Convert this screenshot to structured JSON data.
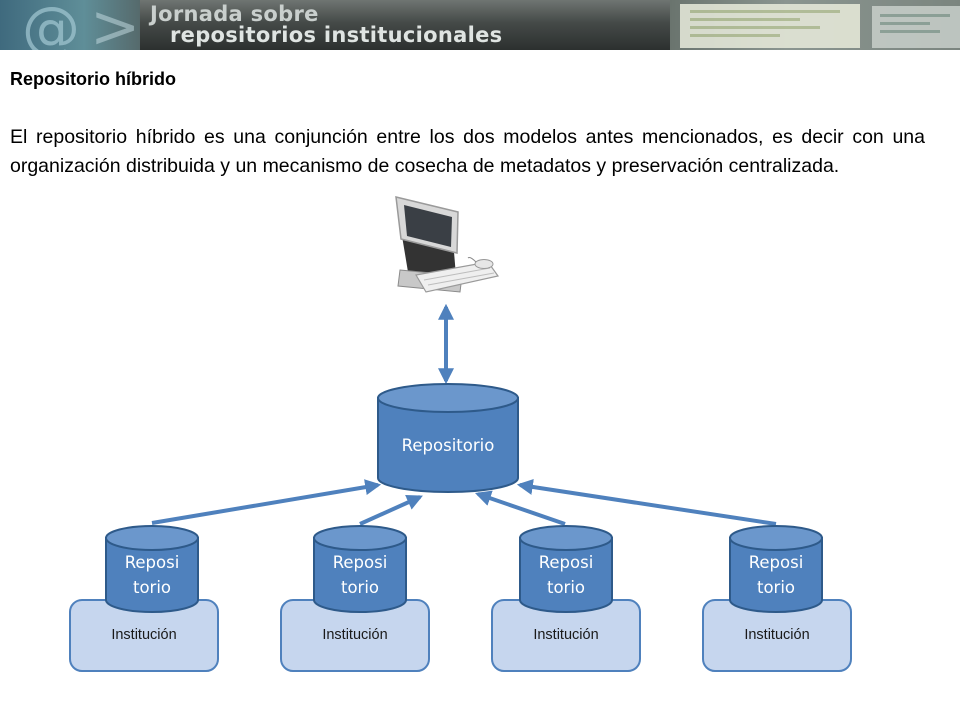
{
  "banner": {
    "title_line1": "Jornada sobre",
    "title_line2": "repositorios institucionales"
  },
  "heading": "Repositorio híbrido",
  "paragraph": "El repositorio híbrido es una conjunción entre los dos modelos antes mencionados, es decir con una organización distribuida y un mecanismo de cosecha de metadatos y preservación centralizada.",
  "diagram": {
    "central_repository": "Repositorio",
    "nodes": [
      {
        "repo_line1": "Reposi",
        "repo_line2": "torio",
        "institution": "Institución"
      },
      {
        "repo_line1": "Reposi",
        "repo_line2": "torio",
        "institution": "Institución"
      },
      {
        "repo_line1": "Reposi",
        "repo_line2": "torio",
        "institution": "Institución"
      },
      {
        "repo_line1": "Reposi",
        "repo_line2": "torio",
        "institution": "Institución"
      }
    ],
    "colors": {
      "cylinder_fill": "#4f81bd",
      "cylinder_stroke": "#2e5a8a",
      "institution_fill": "#c6d6ee",
      "institution_stroke": "#4f81bd",
      "arrow": "#4f81bd"
    },
    "icons": [
      "computer-icon"
    ]
  }
}
